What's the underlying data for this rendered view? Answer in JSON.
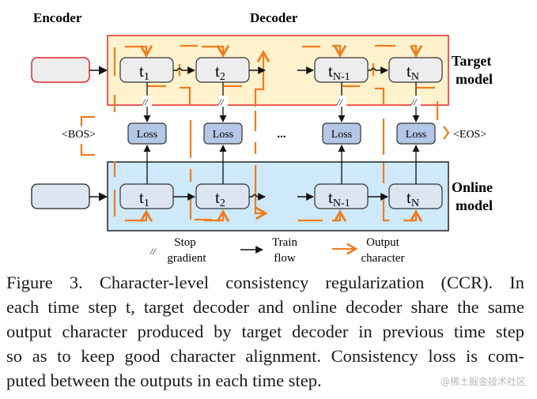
{
  "header": {
    "encoder_label": "Encoder",
    "decoder_label": "Decoder"
  },
  "target_model": {
    "label_line1": "Target",
    "label_line2": "model",
    "steps": [
      {
        "base": "t",
        "sub": "1"
      },
      {
        "base": "t",
        "sub": "2"
      },
      {
        "base": "t",
        "sub": "N-1"
      },
      {
        "base": "t",
        "sub": "N"
      }
    ]
  },
  "online_model": {
    "label_line1": "Online",
    "label_line2": "model",
    "steps": [
      {
        "base": "t",
        "sub": "1"
      },
      {
        "base": "t",
        "sub": "2"
      },
      {
        "base": "t",
        "sub": "N-1"
      },
      {
        "base": "t",
        "sub": "N"
      }
    ]
  },
  "loss": {
    "labels": [
      "Loss",
      "Loss",
      "Loss",
      "Loss"
    ],
    "ellipsis": "..."
  },
  "tokens": {
    "bos": "<BOS>",
    "eos": "<EOS>"
  },
  "stop_gradient_mark": "//",
  "legend": {
    "stop_gradient": {
      "symbol": "//",
      "line1": "Stop",
      "line2": "gradient"
    },
    "train_flow": {
      "line1": "Train",
      "line2": "flow"
    },
    "output_character": {
      "line1": "Output",
      "line2": "character"
    }
  },
  "colors": {
    "target_fill": "#FFF2CC",
    "target_border": "#E8262A",
    "online_fill": "#CDE9FA",
    "online_border": "#222222",
    "node_fill_target": "#EDEDED",
    "node_fill_online": "#DCE6F2",
    "loss_fill": "#B4C7E7",
    "output_arrow": "#F07C1E"
  },
  "caption": {
    "lines": [
      "Figure 3.  Character-level consistency regularization (CCR). In",
      "each time step t, target decoder and online decoder share the same",
      "output character produced by target decoder in previous time step",
      "so as to keep good character alignment. Consistency loss is com-",
      "puted between the outputs in each time step."
    ]
  },
  "watermark": "@稀土掘金技术社区"
}
